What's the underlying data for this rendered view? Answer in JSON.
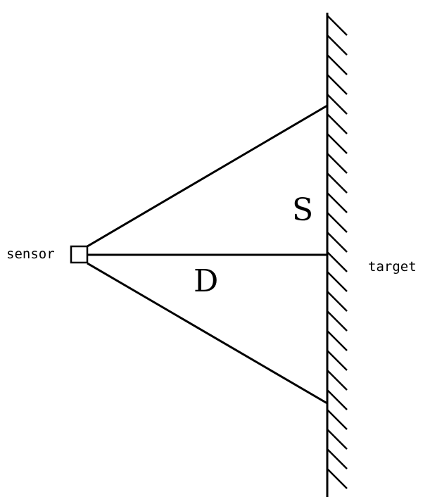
{
  "labels": {
    "sensor": "sensor",
    "target": "target",
    "distance": "D",
    "spot_size": "S"
  },
  "colors": {
    "stroke": "#000000",
    "background": "#ffffff"
  }
}
